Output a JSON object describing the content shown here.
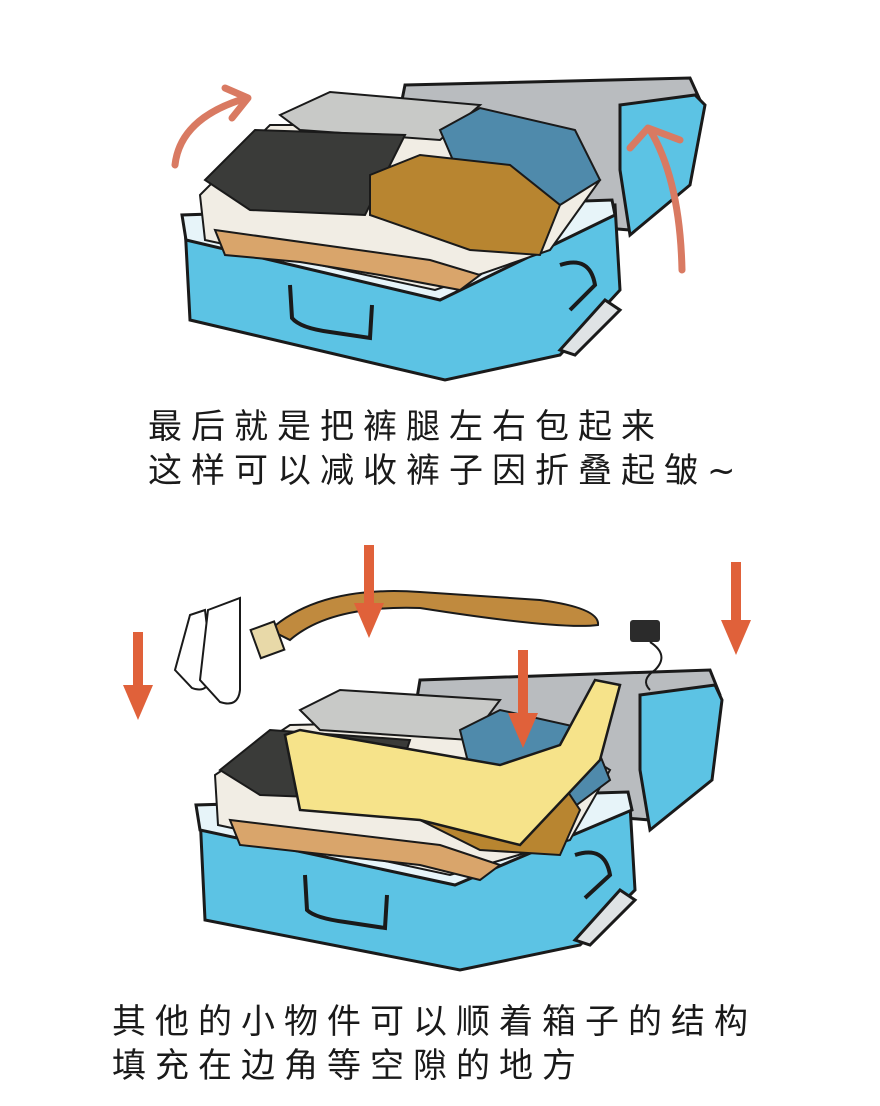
{
  "panels": [
    {
      "caption": {
        "line1": "最后就是把裤腿左右包起来",
        "line2": "这样可以减收裤子因折叠起皱~"
      }
    },
    {
      "caption": {
        "line1": "其他的小物件可以顺着箱子的结构",
        "line2": "填充在边角等空隙的地方"
      }
    }
  ],
  "colors": {
    "suitcase_blue": "#5cc3e4",
    "suitcase_dark_blue": "#3aa6cc",
    "lid_gray": "#b9bcbf",
    "arrow_red": "#e0613a",
    "arrow_salmon": "#d97a62",
    "fabric_black": "#3a3b39",
    "fabric_tan": "#b88530",
    "fabric_teal": "#4f8aab",
    "scarf_yellow": "#f6e38a",
    "belt_brown": "#c08a3e"
  }
}
